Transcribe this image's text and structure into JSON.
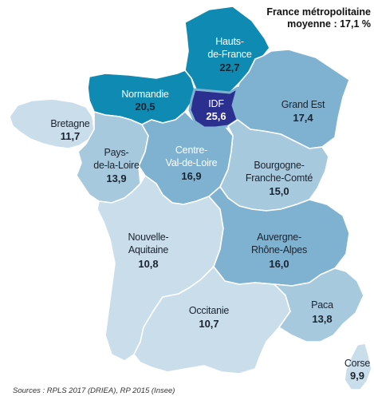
{
  "legend": {
    "line1": "France métropolitaine",
    "line2": "moyenne : 17,1 %"
  },
  "source": "Sources : RPLS 2017 (DRIEA), RP 2015 (Insee)",
  "colors": {
    "lightest": "#c9deea",
    "light": "#a7c9de",
    "medium": "#7fb2d1",
    "strong": "#0f8ab2",
    "idf": "#2b2f8f",
    "idf_border": "#7fb2d1"
  },
  "regions": [
    {
      "id": "bretagne",
      "name_lines": [
        "Bretagne"
      ],
      "value": "11,7",
      "shade": "lightest"
    },
    {
      "id": "normandie",
      "name_lines": [
        "Normandie"
      ],
      "value": "20,5",
      "shade": "strong"
    },
    {
      "id": "hauts-de-france",
      "name_lines": [
        "Hauts-",
        "de-France"
      ],
      "value": "22,7",
      "shade": "strong"
    },
    {
      "id": "idf",
      "name_lines": [
        "IDF"
      ],
      "value": "25,6",
      "shade": "idf"
    },
    {
      "id": "grand-est",
      "name_lines": [
        "Grand Est"
      ],
      "value": "17,4",
      "shade": "medium"
    },
    {
      "id": "pays-de-la-loire",
      "name_lines": [
        "Pays-",
        "de-la-Loire"
      ],
      "value": "13,9",
      "shade": "light"
    },
    {
      "id": "centre-val-de-loire",
      "name_lines": [
        "Centre-",
        "Val-de-Loire"
      ],
      "value": "16,9",
      "shade": "medium"
    },
    {
      "id": "bourgogne-franche-comte",
      "name_lines": [
        "Bourgogne-",
        "Franche-Comté"
      ],
      "value": "15,0",
      "shade": "light"
    },
    {
      "id": "nouvelle-aquitaine",
      "name_lines": [
        "Nouvelle-",
        "Aquitaine"
      ],
      "value": "10,8",
      "shade": "lightest"
    },
    {
      "id": "auvergne-rhone-alpes",
      "name_lines": [
        "Auvergne-",
        "Rhône-Alpes"
      ],
      "value": "16,0",
      "shade": "medium"
    },
    {
      "id": "occitanie",
      "name_lines": [
        "Occitanie"
      ],
      "value": "10,7",
      "shade": "lightest"
    },
    {
      "id": "paca",
      "name_lines": [
        "Paca"
      ],
      "value": "13,8",
      "shade": "light"
    },
    {
      "id": "corse",
      "name_lines": [
        "Corse"
      ],
      "value": "9,9",
      "shade": "lightest"
    }
  ]
}
